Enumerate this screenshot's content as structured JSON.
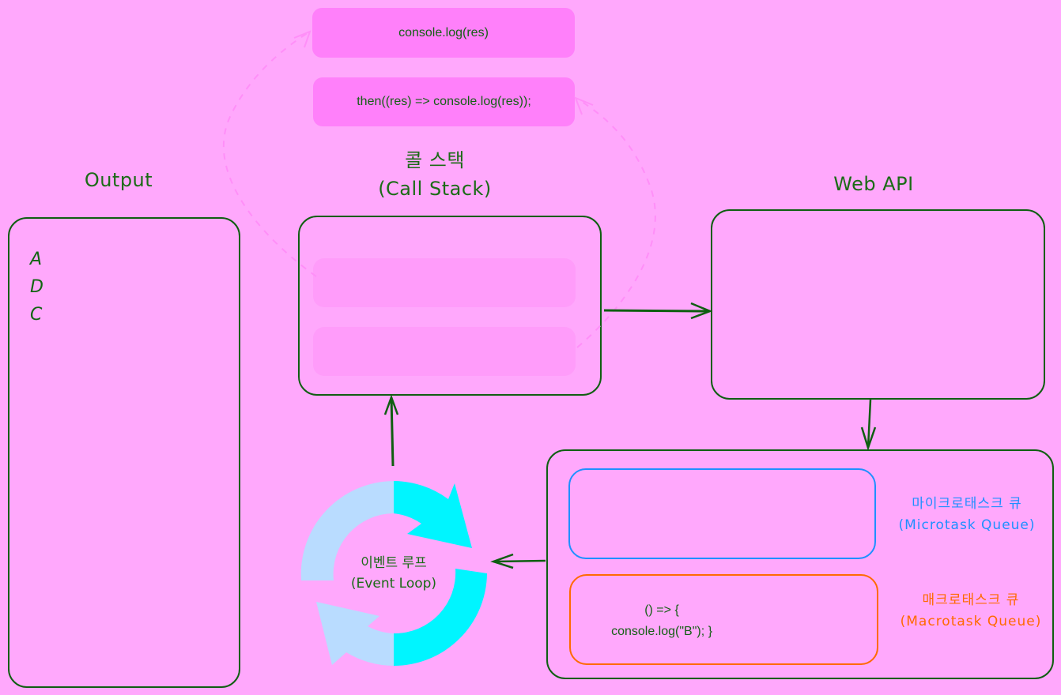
{
  "top_chips": {
    "console_log": "console.log(res)",
    "then_call": "then((res) => console.log(res));"
  },
  "output": {
    "title": "Output",
    "lines": [
      "A",
      "D",
      "C"
    ]
  },
  "call_stack": {
    "title_ko": "콜 스택",
    "title_en": "(Call Stack)"
  },
  "web_api": {
    "title": "Web API"
  },
  "event_loop": {
    "label_ko": "이벤트 루프",
    "label_en": "(Event Loop)"
  },
  "microtask_queue": {
    "label_ko": "마이크로태스크 큐",
    "label_en": "(Microtask Queue)",
    "color": "#1e90ff"
  },
  "macrotask_queue": {
    "label_ko": "매크로태스크 큐",
    "label_en": "(Macrotask Queue)",
    "color": "#ff6a00",
    "items": [
      {
        "line1": "() => {",
        "line2": "console.log(\"B\"); }"
      }
    ]
  },
  "colors": {
    "background": "#ffa8fc",
    "stroke": "#0f5e11",
    "chip": "#ff80fa",
    "loop_light": "#b9dcff",
    "loop_cyan": "#00f5ff"
  }
}
